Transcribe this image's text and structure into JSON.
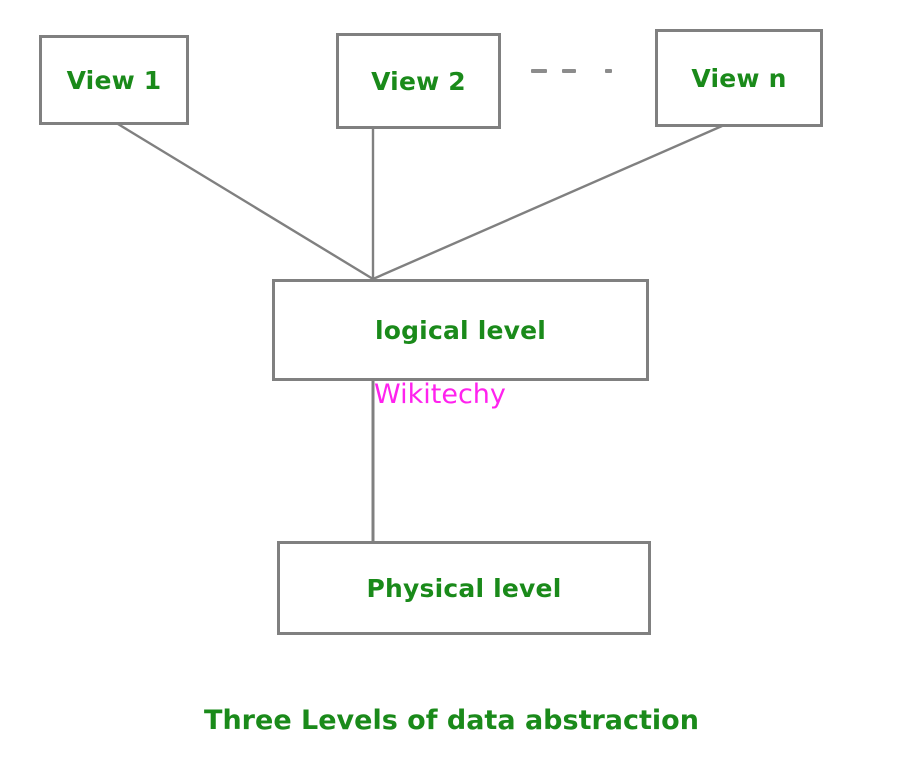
{
  "diagram": {
    "title": "Three Levels of data abstraction",
    "background_color": "#ffffff",
    "box_border_color": "#808080",
    "label_color": "#1a8a1a",
    "edge_color": "#808080",
    "watermark_color": "#ff22ee",
    "nodes": [
      {
        "id": "view-1",
        "label": "View 1"
      },
      {
        "id": "view-2",
        "label": "View 2"
      },
      {
        "id": "view-n",
        "label": "View n"
      },
      {
        "id": "logical-level",
        "label": "logical level"
      },
      {
        "id": "physical-level",
        "label": "Physical level"
      }
    ],
    "ellipsis": {
      "name": "dashed-ellipsis",
      "dash_count": 3
    },
    "edges": [
      {
        "from": "view-1",
        "to": "logical-level"
      },
      {
        "from": "view-2",
        "to": "logical-level"
      },
      {
        "from": "view-n",
        "to": "logical-level"
      },
      {
        "from": "logical-level",
        "to": "physical-level"
      }
    ],
    "watermark": "Wikitechy",
    "caption": "Three Levels of data abstraction"
  }
}
